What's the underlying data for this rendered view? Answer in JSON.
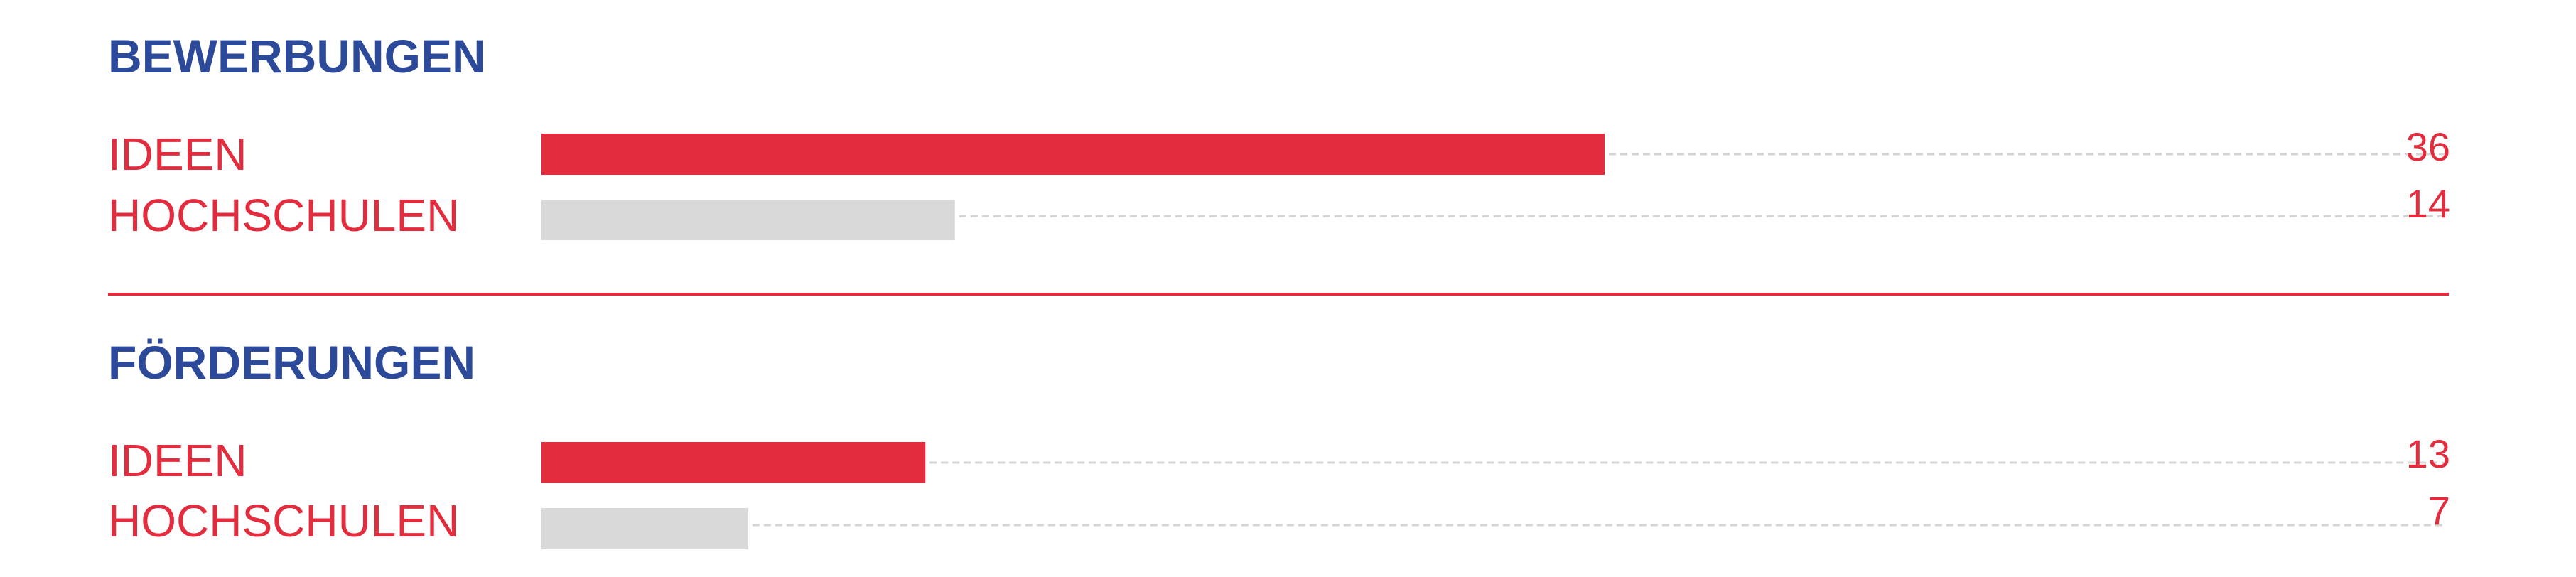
{
  "colors": {
    "title": "#2D4A9A",
    "label": "#E32C3E",
    "ideas_bar": "#E32C3E",
    "universities_bar": "#D9D9D9",
    "leader": "#D4D4D4",
    "divider": "#E32C3E"
  },
  "chart_data": [
    {
      "type": "bar",
      "orientation": "horizontal",
      "title": "BEWERBUNGEN",
      "categories": [
        "IDEEN",
        "HOCHSCHULEN"
      ],
      "values": [
        36,
        14
      ],
      "xlim": [
        0,
        63
      ],
      "grid": false,
      "legend": "none"
    },
    {
      "type": "bar",
      "orientation": "horizontal",
      "title": "FÖRDERUNGEN",
      "categories": [
        "IDEEN",
        "HOCHSCHULEN"
      ],
      "values": [
        13,
        7
      ],
      "xlim": [
        0,
        63
      ],
      "grid": false,
      "legend": "none"
    }
  ]
}
